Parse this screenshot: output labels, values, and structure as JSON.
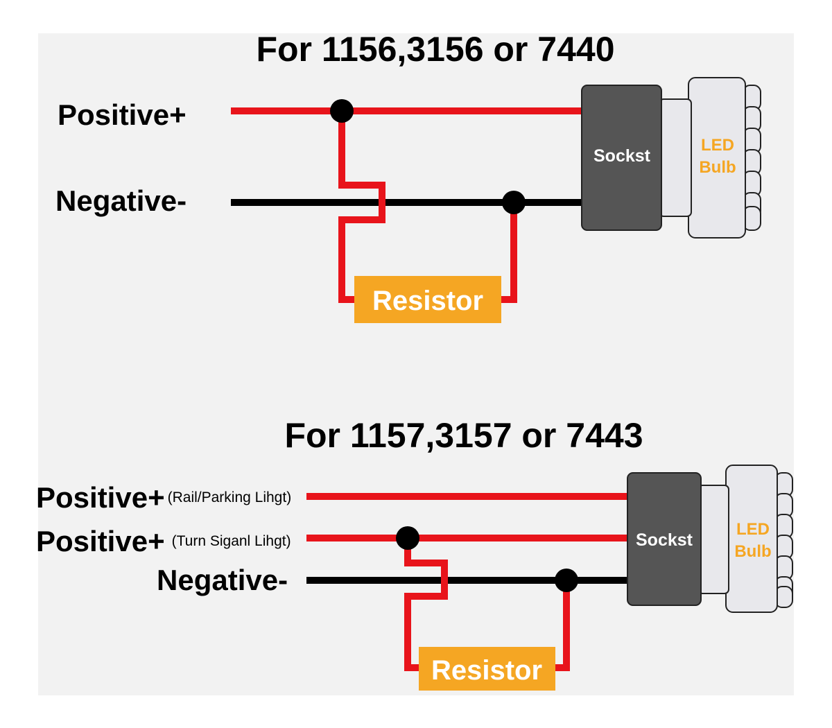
{
  "diagram1": {
    "title": "For 1156,3156 or 7440",
    "positive_label": "Positive+",
    "negative_label": "Negative-",
    "socket_label": "Sockst",
    "bulb_label_line1": "LED",
    "bulb_label_line2": "Bulb",
    "resistor_label": "Resistor"
  },
  "diagram2": {
    "title": "For 1157,3157 or 7443",
    "positive1_label": "Positive+",
    "positive1_note": "(Rail/Parking Lihgt)",
    "positive2_label": "Positive+",
    "positive2_note": "(Turn Siganl Lihgt)",
    "negative_label": "Negative-",
    "socket_label": "Sockst",
    "bulb_label_line1": "LED",
    "bulb_label_line2": "Bulb",
    "resistor_label": "Resistor"
  },
  "colors": {
    "positive_wire": "#e8141b",
    "negative_wire": "#000000",
    "resistor": "#f5a623",
    "socket": "#555555",
    "bulb": "#e8e8ec",
    "bulb_text": "#f5a623"
  }
}
